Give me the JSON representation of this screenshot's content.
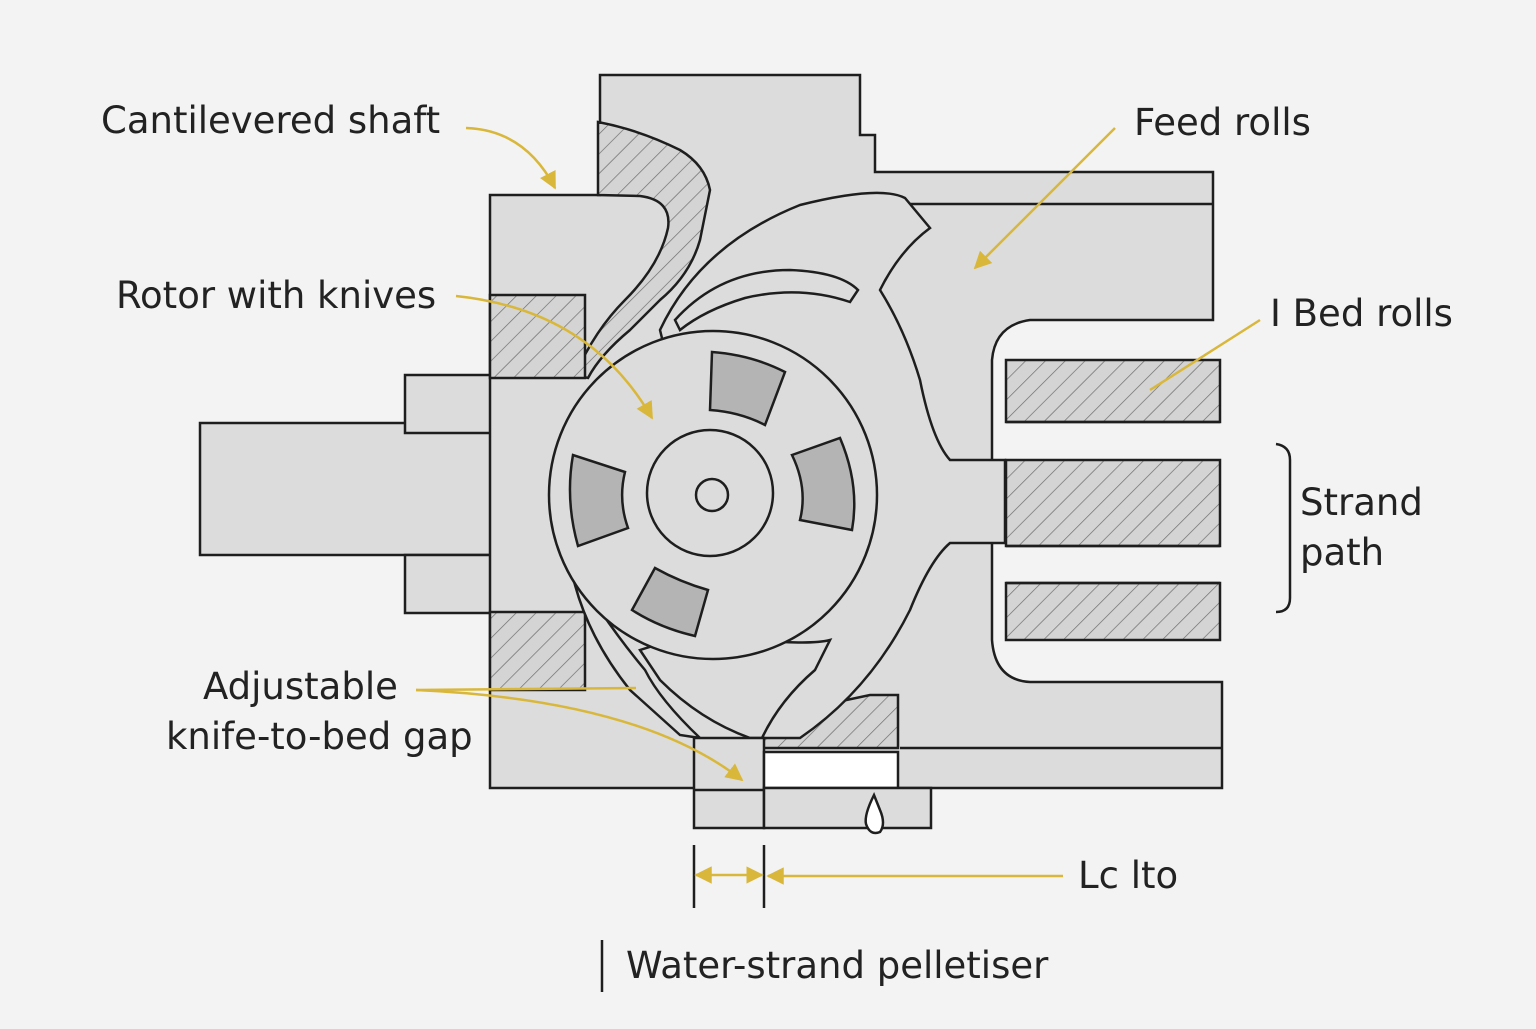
{
  "labels": {
    "cantilevered_shaft": "Cantilevered shaft",
    "feed_rolls": "Feed rolls",
    "rotor_with_knives": "Rotor with knives",
    "bed_rolls": "I Bed rolls",
    "strand_path_line1": "Strand",
    "strand_path_line2": "path",
    "adjustable_line1": "Adjustable",
    "adjustable_line2": "knife-to-bed gap",
    "dimension_label": "Lc lto",
    "caption": "Water-strand pelletiser"
  },
  "colors": {
    "background": "#f3f3f3",
    "body_fill": "#dcdcdc",
    "outline": "#1e1e1e",
    "leader": "#d9b73a",
    "knife_fill": "#b4b4b4"
  }
}
